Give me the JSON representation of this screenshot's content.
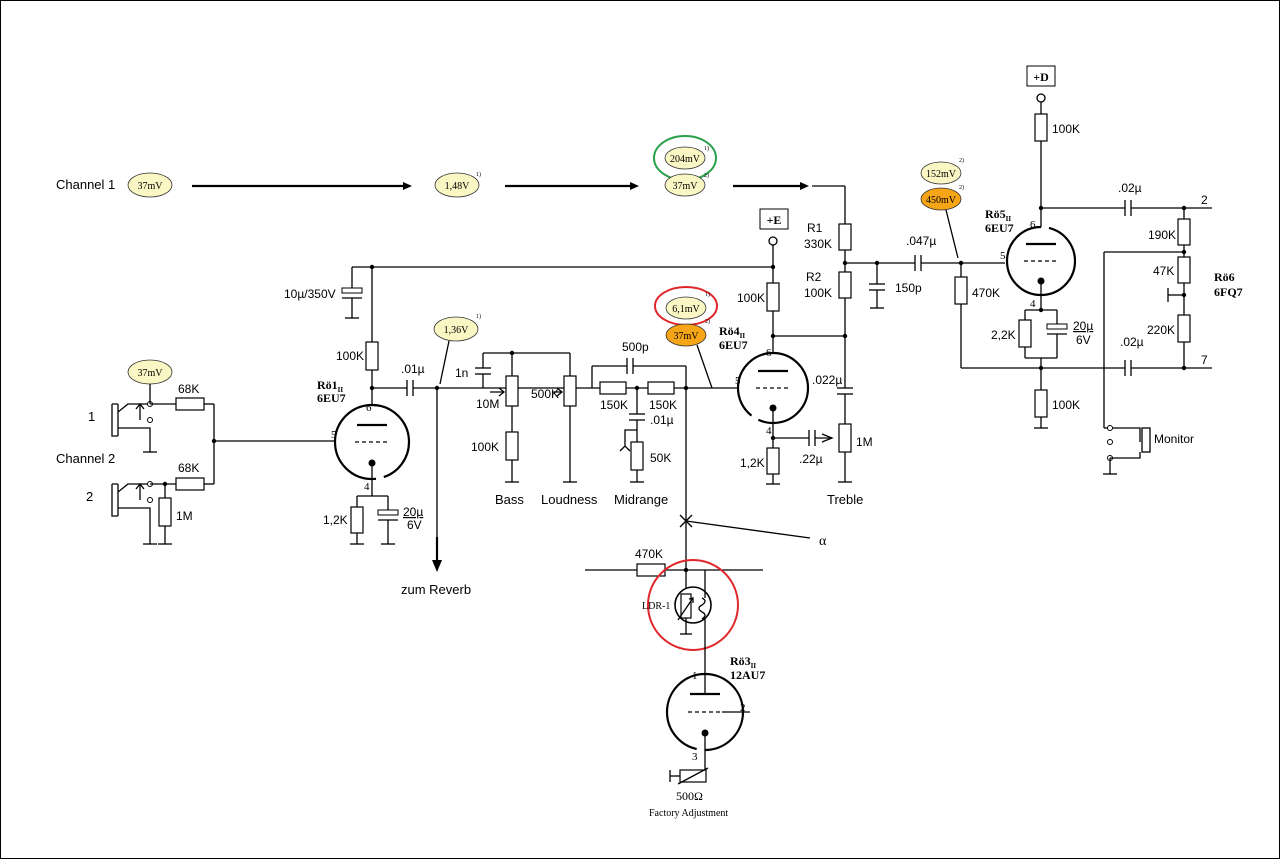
{
  "colors": {
    "badge_light": "#fbf7c4",
    "badge_orange": "#f5a516",
    "highlight_green": "#2aa04a",
    "highlight_red": "#e0262a"
  },
  "signals": {
    "channel1_label": "Channel 1",
    "channel2_label": "Channel 2",
    "ch1_in": "37mV",
    "ch1_mid": "1,48V",
    "ch1_mid_note": "1)",
    "ch1_out_a": "204mV",
    "ch1_out_a_note": "1)",
    "ch1_out_b": "37mV",
    "ch1_out_b_note": "2)",
    "ch2_in": "37mV",
    "v1_out": "1,36V",
    "v1_out_note": "1)",
    "v4_in_a": "6,1mV",
    "v4_in_a_note": "1)",
    "v4_in_b": "37mV",
    "v4_in_b_note": "2)",
    "v5_in_a": "152mV",
    "v5_in_a_note": "2)",
    "v5_in_b": "450mV",
    "v5_in_b_note": "2)"
  },
  "tubes": {
    "v1_name": "Rö1",
    "v1_sub": "II",
    "v1_type": "6EU7",
    "v3_name": "Rö3",
    "v3_sub": "II",
    "v3_type": "12AU7",
    "v4_name": "Rö4",
    "v4_sub": "II",
    "v4_type": "6EU7",
    "v5_name": "Rö5",
    "v5_sub": "II",
    "v5_type": "6EU7",
    "v6_name": "Rö6",
    "v6_type": "6FQ7"
  },
  "pins": {
    "p1": "1",
    "p2": "2",
    "p3": "3",
    "p4": "4",
    "p5": "5",
    "p6": "6"
  },
  "rails": {
    "e": "+E",
    "d": "+D"
  },
  "components": {
    "c_10u_350v": "10µ/350V",
    "r_100k": "100K",
    "c_01u": ".01µ",
    "c_1n": "1n",
    "r_10m": "10M",
    "r_500k": "500K",
    "c_500p": "500p",
    "r_150k": "150K",
    "r_50k": "50K",
    "r_68k": "68K",
    "r_1m": "1M",
    "r_1k2": "1,2K",
    "c_20u": "20µ",
    "v_6v": "6V",
    "r1_name": "R1",
    "r1_val": "330K",
    "r2_name": "R2",
    "r2_val": "100K",
    "c_150p": "150p",
    "c_047u": ".047µ",
    "r_470k": "470K",
    "c_022u": ".022µ",
    "c_22u": ".22µ",
    "r_2k2": "2,2K",
    "c_02u": ".02µ",
    "r_190k": "190K",
    "r_47k": "47K",
    "r_220k": "220K",
    "r_500ohm": "500Ω",
    "ldr": "LDR-1"
  },
  "labels": {
    "bass": "Bass",
    "loudness": "Loudness",
    "midrange": "Midrange",
    "treble": "Treble",
    "zum_reverb": "zum Reverb",
    "alpha": "α",
    "monitor": "Monitor",
    "factory": "Factory Adjustment",
    "jack1": "1",
    "jack2": "2",
    "out2": "2",
    "out7": "7"
  }
}
